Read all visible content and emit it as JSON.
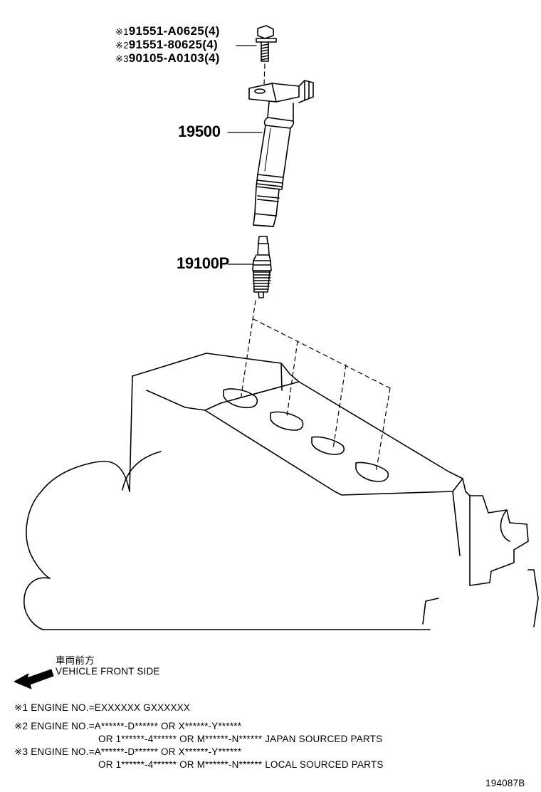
{
  "bolt_parts": [
    {
      "mark": "※1",
      "number": "91551-A0625(4)"
    },
    {
      "mark": "※2",
      "number": "91551-80625(4)"
    },
    {
      "mark": "※3",
      "number": "90105-A0103(4)"
    }
  ],
  "parts": {
    "ignition_coil": "19500",
    "spark_plug": "19100P"
  },
  "direction": {
    "japanese": "車両前方",
    "english": "VEHICLE FRONT SIDE"
  },
  "notes": [
    {
      "mark": "※1",
      "line1": "ENGINE NO.=EXXXXXX  GXXXXXX",
      "line2": ""
    },
    {
      "mark": "※2",
      "line1": "ENGINE NO.=A******-D****** OR X******-Y******",
      "line2": "OR 1******-4****** OR M******-N****** JAPAN SOURCED PARTS"
    },
    {
      "mark": "※3",
      "line1": "ENGINE NO.=A******-D****** OR X******-Y******",
      "line2": "OR 1******-4****** OR M******-N****** LOCAL SOURCED PARTS"
    }
  ],
  "figure_id": "194087B"
}
